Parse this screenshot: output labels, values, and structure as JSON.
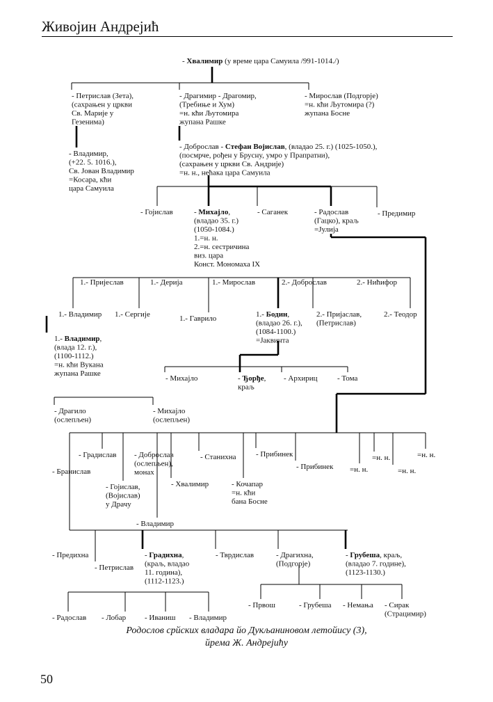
{
  "header": {
    "author": "Живојин Андрејић"
  },
  "page_number": "50",
  "caption": {
    "line1": "Родослов срйских владара йо Дукљаниновом летойису (3),",
    "line2": "йрема Ж. Андрејићу"
  },
  "nodes": [
    {
      "name": "hvalimir",
      "lines": [
        [
          "- ",
          [
            "Хвалимир"
          ],
          " (у време цара Самуила /991-1014./)"
        ]
      ]
    },
    {
      "name": "petrislav-zeta",
      "lines": [
        "- Петрислав (Зета),",
        "(сахрањен у цркви",
        "Св. Марије у",
        "Гезенима)"
      ]
    },
    {
      "name": "dragimir",
      "lines": [
        "- Драгимир - Драгомир,",
        "(Требиње и Хум)",
        "=н. кћи Љутомира",
        "жупана Рашке"
      ]
    },
    {
      "name": "miroslav-podgorje",
      "lines": [
        "- Мирослав (Подгорје)",
        "=н. кћи Љутомира (?)",
        "жупана Босне"
      ]
    },
    {
      "name": "vladimir-saint",
      "lines": [
        "- Владимир,",
        "(+22. 5. 1016.),",
        "Св. Јован Владимир",
        "=Косара, кћи",
        "цара Самуила"
      ]
    },
    {
      "name": "stefan-vojislav",
      "lines": [
        [
          "- Доброслав - ",
          [
            "Стефан Војислав"
          ],
          ", (владао 25. г.) (1025-1050.),"
        ],
        "(посмрче, рођен у Бруснy, умро у Прапратни),",
        "(сахрањен у цркви Св. Андрије)",
        "=н. н., нећака цара Самуила"
      ]
    },
    {
      "name": "gojislav-1",
      "lines": [
        "- Гојислав"
      ]
    },
    {
      "name": "mihajlo",
      "lines": [
        [
          "- ",
          [
            "Михајло"
          ],
          ","
        ],
        "(владао 35. г.)",
        "(1050-1084.)",
        "1.=н. н.",
        "2.=н. сестричина",
        "виз. цара",
        "Конст. Мономаха IX"
      ]
    },
    {
      "name": "saganek",
      "lines": [
        "- Саганек"
      ]
    },
    {
      "name": "radoslav-gacko",
      "lines": [
        "- Радослав",
        "(Гацко), краљ",
        "=Јулија"
      ]
    },
    {
      "name": "predimir",
      "lines": [
        "- Предимир"
      ]
    },
    {
      "name": "prijeslav",
      "lines": [
        "1.- Пријеслав"
      ]
    },
    {
      "name": "derija",
      "lines": [
        "1.- Дерија"
      ]
    },
    {
      "name": "miroslav-2",
      "lines": [
        "1.- Мирослав"
      ]
    },
    {
      "name": "dobroslav-2",
      "lines": [
        "2.- Доброслав"
      ]
    },
    {
      "name": "nicifor",
      "lines": [
        "2.- Нићифор"
      ]
    },
    {
      "name": "vladimir-1",
      "lines": [
        "1.- Владимир"
      ]
    },
    {
      "name": "sergije",
      "lines": [
        "1.- Сергије"
      ]
    },
    {
      "name": "gavrilo",
      "lines": [
        "1.- Гаврило"
      ]
    },
    {
      "name": "bodin",
      "lines": [
        [
          "1.- ",
          [
            "Бодин"
          ],
          ","
        ],
        "(владао 26. г.),",
        "(1084-1100.)",
        "=Јаквинта"
      ]
    },
    {
      "name": "prijaslav",
      "lines": [
        "2.- Пријаслав,",
        "(Петрислав)"
      ]
    },
    {
      "name": "teodor",
      "lines": [
        "2.- Теодор"
      ]
    },
    {
      "name": "vladimir-king",
      "lines": [
        [
          "1.- ",
          [
            "Владимир"
          ],
          ","
        ],
        "(влада 12. г.),",
        "(1100-1112.)",
        "=н. кћи Вукана",
        "жупана Рашке"
      ]
    },
    {
      "name": "mihajlo-2",
      "lines": [
        "- Михајло"
      ]
    },
    {
      "name": "djordje",
      "lines": [
        [
          "- ",
          [
            "Ђорђе"
          ],
          ","
        ],
        "краљ"
      ]
    },
    {
      "name": "arhiric",
      "lines": [
        "- Архириц"
      ]
    },
    {
      "name": "toma",
      "lines": [
        "- Тома"
      ]
    },
    {
      "name": "dragilo",
      "lines": [
        "- Драгило",
        "(ослепљен)"
      ]
    },
    {
      "name": "mihajlo-3",
      "lines": [
        "- Михајло",
        "(ослепљен)"
      ]
    },
    {
      "name": "gradislav",
      "lines": [
        "- Градислав"
      ]
    },
    {
      "name": "dobroslav-3",
      "lines": [
        "- Доброслав",
        "(ослепљен),",
        "монах"
      ]
    },
    {
      "name": "stanihna",
      "lines": [
        "- Станихна"
      ]
    },
    {
      "name": "pribinek-1",
      "lines": [
        "- Прибинек"
      ]
    },
    {
      "name": "pribinek-2",
      "lines": [
        "- Прибинек"
      ]
    },
    {
      "name": "nn-1",
      "lines": [
        "=н. н."
      ]
    },
    {
      "name": "nn-2",
      "lines": [
        "=н. н."
      ]
    },
    {
      "name": "nn-3",
      "lines": [
        "=н. н."
      ]
    },
    {
      "name": "nn-4",
      "lines": [
        "=н. н."
      ]
    },
    {
      "name": "branislav",
      "lines": [
        "- Бранислав"
      ]
    },
    {
      "name": "gojislav-2",
      "lines": [
        "- Гојислав,",
        "(Војислав)",
        "у Драчу"
      ]
    },
    {
      "name": "hvalimir-2",
      "lines": [
        "- Хвалимир"
      ]
    },
    {
      "name": "kocapar",
      "lines": [
        "- Кочапар",
        "=н. кћи",
        "бана Босне"
      ]
    },
    {
      "name": "vladimir-3",
      "lines": [
        "- Владимир"
      ]
    },
    {
      "name": "predihna",
      "lines": [
        "- Предихна"
      ]
    },
    {
      "name": "petrislav-2",
      "lines": [
        "- Петрислав"
      ]
    },
    {
      "name": "gradihna",
      "lines": [
        [
          "- ",
          [
            "Градихна"
          ],
          ","
        ],
        "(краљ, владао",
        "11. година),",
        "(1112-1123.)"
      ]
    },
    {
      "name": "tvrdislav",
      "lines": [
        "- Тврдислав"
      ]
    },
    {
      "name": "draghna",
      "lines": [
        "- Драгихна,",
        "(Подгорје)"
      ]
    },
    {
      "name": "grubesa",
      "lines": [
        [
          "- ",
          [
            "Грубеша"
          ],
          ", краљ,"
        ],
        "(владао 7. године),",
        "(1123-1130.)"
      ]
    },
    {
      "name": "radoslav-2",
      "lines": [
        "- Радослав"
      ]
    },
    {
      "name": "lobar",
      "lines": [
        "- Лобар"
      ]
    },
    {
      "name": "ivanis",
      "lines": [
        "- Иваниш"
      ]
    },
    {
      "name": "vladimir-4",
      "lines": [
        "- Владимир"
      ]
    },
    {
      "name": "prvos",
      "lines": [
        "- Првош"
      ]
    },
    {
      "name": "grubesa-2",
      "lines": [
        "- Грубеша"
      ]
    },
    {
      "name": "nemanja",
      "lines": [
        "- Немања"
      ]
    },
    {
      "name": "sirak",
      "lines": [
        "- Сирак",
        "(Страцимир)"
      ]
    }
  ]
}
